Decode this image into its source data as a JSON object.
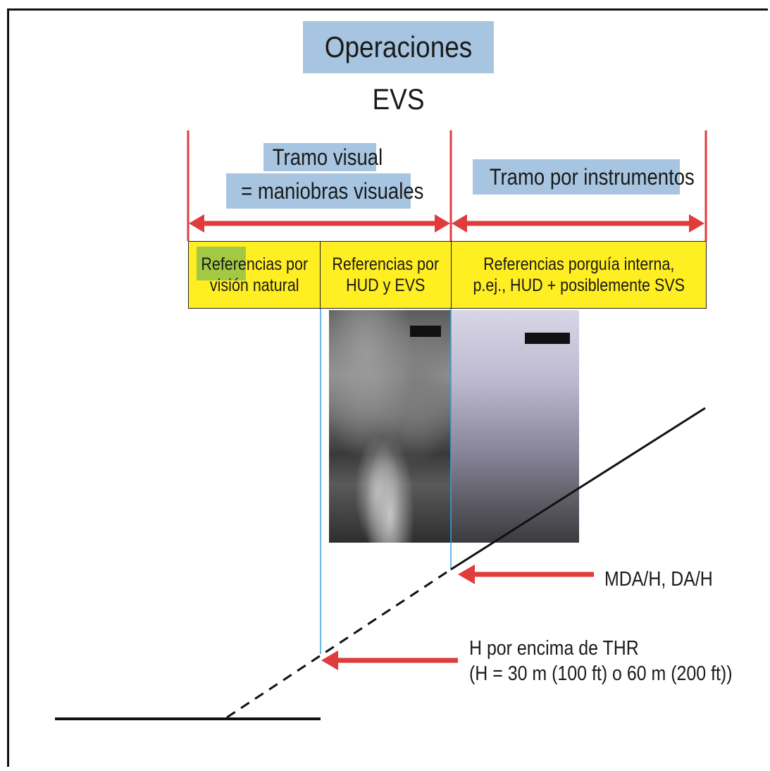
{
  "title": "Operaciones EVS",
  "segments": {
    "visual_line1": "Tramo visual",
    "visual_line2": "= maniobras visuales",
    "instrument": "Tramo por instrumentos"
  },
  "references": {
    "natural_line1": "Referencias por",
    "natural_line2": "visión natural",
    "evs_line1": "Referencias por",
    "evs_line2": "HUD y EVS",
    "guidance_line1": "Referencias porguía interna,",
    "guidance_line2": "p.ej., HUD + posiblemente SVS"
  },
  "annotations": {
    "minimums": "MDA/H, DA/H",
    "height_line1": "H por encima de THR",
    "height_line2": "(H = 30 m (100 ft) o 60 m (200 ft))"
  },
  "colors": {
    "label_blue": "#a7c5e0",
    "box_yellow": "#ffee22",
    "arrow_red": "#e03c3c",
    "highlight_green": "#93c24a",
    "guide_blue": "#3aa0e0"
  }
}
